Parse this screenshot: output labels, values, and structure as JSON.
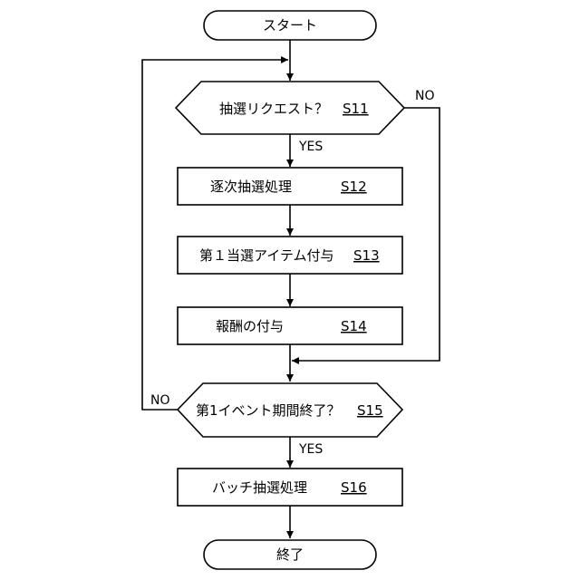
{
  "start": {
    "label": "スタート"
  },
  "end": {
    "label": "終了"
  },
  "steps": {
    "s11": {
      "label": "抽選リクエスト？",
      "code": "S11",
      "yes": "YES",
      "no": "NO"
    },
    "s12": {
      "label": "逐次抽選処理",
      "code": "S12"
    },
    "s13": {
      "label": "第１当選アイテム付与",
      "code": "S13"
    },
    "s14": {
      "label": "報酬の付与",
      "code": "S14"
    },
    "s15": {
      "label": "第1イベント期間終了？",
      "code": "S15",
      "yes": "YES",
      "no": "NO"
    },
    "s16": {
      "label": "バッチ抽選処理",
      "code": "S16"
    }
  }
}
